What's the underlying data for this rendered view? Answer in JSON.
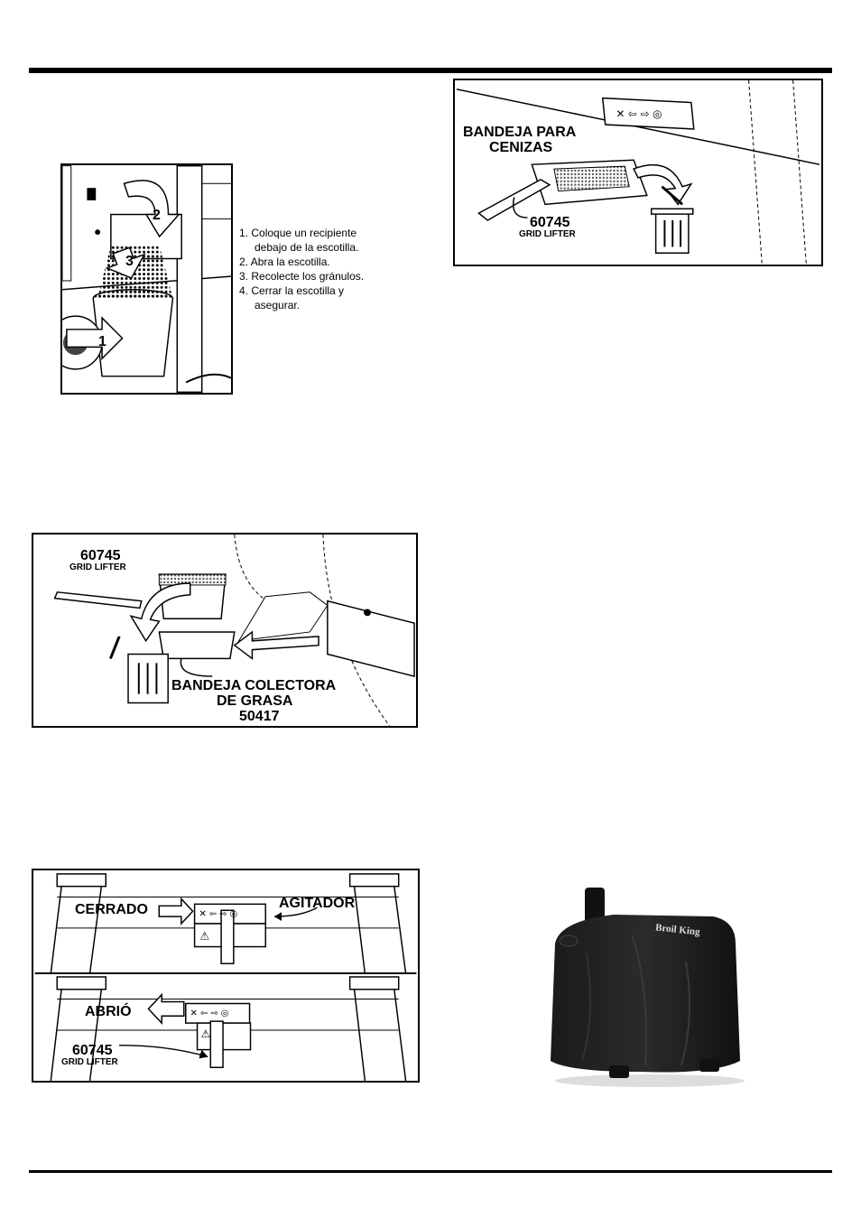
{
  "hatch_panel": {
    "arrow_labels": [
      "1",
      "2",
      "3"
    ],
    "steps": [
      {
        "num": "1.",
        "text": "Coloque un recipiente",
        "cont": "debajo de la escotilla."
      },
      {
        "num": "2.",
        "text": "Abra la escotilla.",
        "cont": ""
      },
      {
        "num": "3.",
        "text": "Recolecte los gránulos.",
        "cont": ""
      },
      {
        "num": "4.",
        "text": "Cerrar la escotilla y",
        "cont": "asegurar."
      }
    ]
  },
  "ash_panel": {
    "title_line1": "BANDEJA PARA",
    "title_line2": "CENIZAS",
    "part_number": "60745",
    "part_name": "GRID LIFTER"
  },
  "grease_panel": {
    "part_number": "60745",
    "part_name": "GRID LIFTER",
    "tray_line1": "BANDEJA COLECTORA",
    "tray_line2": "DE GRASA",
    "tray_number": "50417"
  },
  "agitator_panel": {
    "closed_label": "CERRADO",
    "agitator_label": "AGITADOR",
    "open_label": "ABRIÓ",
    "part_number": "60745",
    "part_name": "GRID LIFTER"
  },
  "cover_photo": {
    "brand": "Broil King"
  }
}
